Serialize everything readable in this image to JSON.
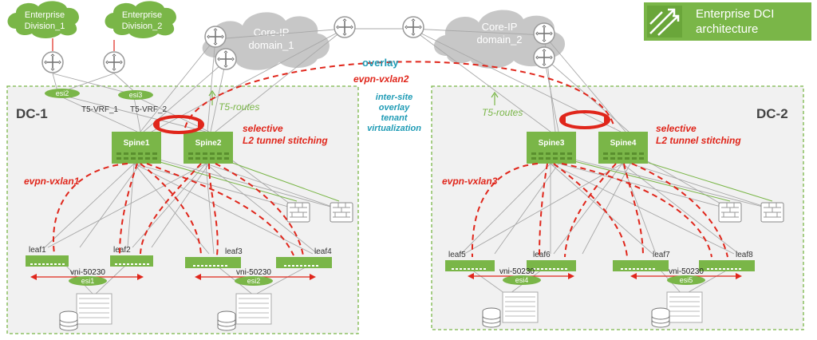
{
  "title_badge": {
    "text_line1": "Enterprise DCI",
    "text_line2": "architecture",
    "icon": "rising-arrows-icon",
    "color": "#7ab648"
  },
  "clouds": {
    "enterprise_1": {
      "line1": "Enterprise",
      "line2": "Division_1"
    },
    "enterprise_2": {
      "line1": "Enterprise",
      "line2": "Division_2"
    },
    "core_1": {
      "line1": "Core-IP",
      "line2": "domain_1"
    },
    "core_2": {
      "line1": "Core-IP",
      "line2": "domain_2"
    }
  },
  "dc1": {
    "label": "DC-1",
    "esi_top": [
      "esi2",
      "esi3"
    ],
    "vrf": [
      "T5-VRF_1",
      "T5-VRF_2"
    ],
    "t5_routes": "T5-routes",
    "selective_line1": "selective",
    "selective_line2": "L2 tunnel stitching",
    "spines": [
      "Spine1",
      "Spine2"
    ],
    "evpn": "evpn-vxlan1",
    "leaves": [
      "leaf1",
      "leaf2",
      "leaf3",
      "leaf4"
    ],
    "vni": [
      "vni-50230",
      "vni-50230"
    ],
    "esi_bottom": [
      "esi1",
      "esi2"
    ]
  },
  "dc2": {
    "label": "DC-2",
    "t5_routes": "T5-routes",
    "selective_line1": "selective",
    "selective_line2": "L2 tunnel stitching",
    "spines": [
      "Spine3",
      "Spine4"
    ],
    "evpn": "evpn-vxlan3",
    "leaves": [
      "leaf5",
      "leaf6",
      "leaf7",
      "leaf8"
    ],
    "vni": [
      "vni-50230",
      "vni-50230"
    ],
    "esi_bottom": [
      "esi4",
      "esi5"
    ]
  },
  "interdc": {
    "overlay": "overlay",
    "evpn": "evpn-vxlan2",
    "note": [
      "inter-site",
      "overlay",
      "tenant",
      "virtualization"
    ]
  },
  "colors": {
    "green": "#7ab648",
    "red": "#e0261b",
    "teal": "#1f9bb5",
    "cloud": "#c7c7c7",
    "dc_bg": "#f2f2f2"
  }
}
